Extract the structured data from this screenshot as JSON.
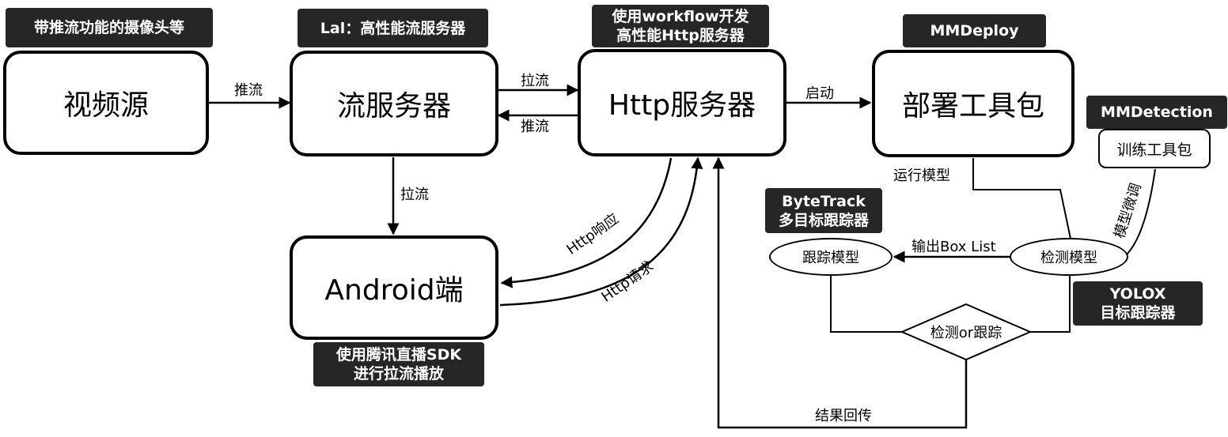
{
  "nodes": {
    "video_source": "视频源",
    "stream_server": "流服务器",
    "http_server": "Http服务器",
    "deploy_toolkit": "部署工具包",
    "android": "Android端",
    "train_toolkit": "训练工具包",
    "tracking_model": "跟踪模型",
    "detection_model": "检测模型",
    "decision": "检测or跟踪"
  },
  "tags": {
    "camera": "带推流功能的摄像头等",
    "lal": "Lal：高性能流服务器",
    "workflow": [
      "使用workflow开发",
      "高性能Http服务器"
    ],
    "mmdeploy": "MMDeploy",
    "mmdetection": "MMDetection",
    "bytetrack": [
      "ByteTrack",
      "多目标跟踪器"
    ],
    "yolox": [
      "YOLOX",
      "目标跟踪器"
    ],
    "tencent_sdk": [
      "使用腾讯直播SDK",
      "进行拉流播放"
    ]
  },
  "edges": {
    "push_stream_1": "推流",
    "pull_stream_1": "拉流",
    "push_stream_2": "推流",
    "pull_stream_2": "拉流",
    "launch": "启动",
    "run_model": "运行模型",
    "model_finetune": "模型微调",
    "output_box_list": "输出Box List",
    "http_response": "Http响应",
    "http_request": "Http请求",
    "result_return": "结果回传"
  }
}
